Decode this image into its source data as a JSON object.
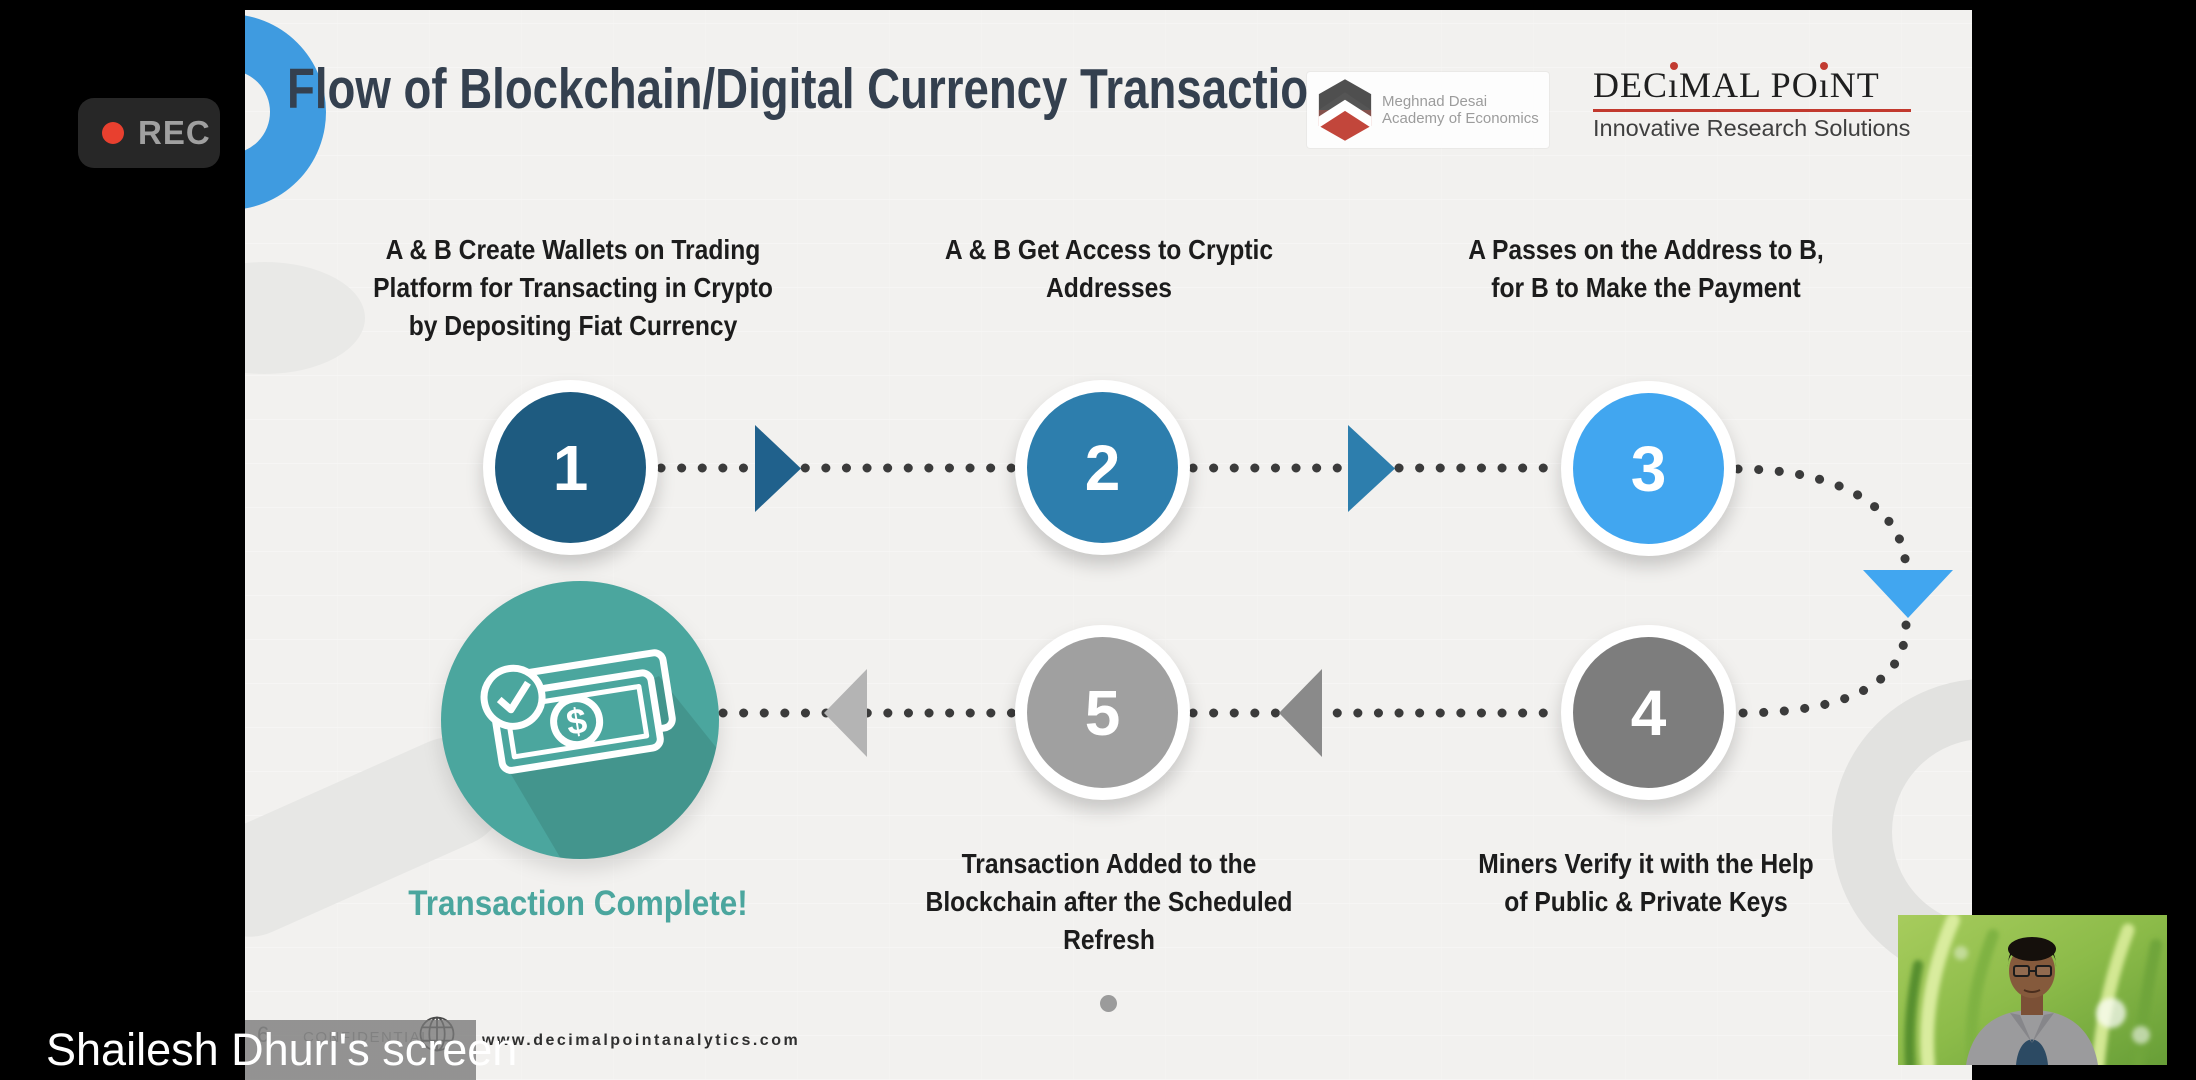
{
  "meeting": {
    "rec_label": "REC",
    "rec_dot_color": "#e8402f",
    "screen_share_label": "Shailesh Dhuri's screen",
    "webcam": {
      "description": "presenter video, man with glasses and gray blazer on green grass background"
    }
  },
  "slide": {
    "title": "Flow of Blockchain/Digital Currency Transaction",
    "page_number": "6",
    "confidential_label": "CONFIDENTIAL",
    "website": "www.decimalpointanalytics.com",
    "logos": {
      "academy": {
        "line1": "Meghnad Desai",
        "line2": "Academy of Economics"
      },
      "decimal_point": {
        "part1": "DEC",
        "i1": "ı",
        "part2": "MAL PO",
        "i2": "ı",
        "part3": "NT",
        "tagline": "Innovative Research Solutions",
        "underline_color": "#c2392e"
      }
    },
    "steps": [
      {
        "number": "1",
        "circle_color": "#1e5b80",
        "lines": [
          "A & B Create Wallets on Trading",
          "Platform for Transacting in Crypto",
          "by Depositing Fiat Currency"
        ]
      },
      {
        "number": "2",
        "circle_color": "#2d7ead",
        "lines": [
          "A & B Get Access to Cryptic",
          "Addresses"
        ]
      },
      {
        "number": "3",
        "circle_color": "#41a6f0",
        "lines": [
          "A Passes on the Address to B,",
          "for B to Make the Payment"
        ]
      },
      {
        "number": "4",
        "circle_color": "#7d7d7d",
        "lines": [
          "Miners Verify it with the Help",
          "of Public & Private Keys"
        ]
      },
      {
        "number": "5",
        "circle_color": "#a0a0a0",
        "lines": [
          "Transaction Added to the",
          "Blockchain after the Scheduled",
          "Refresh"
        ]
      }
    ],
    "completion": {
      "label": "Transaction Complete!",
      "color": "#4ba69e"
    },
    "connector_dot_color": "#3b3b3b",
    "arrow_colors": {
      "step1_2": "#20618c",
      "step2_3": "#2d7ead",
      "step3_4": "#41a6f0",
      "step4_5": "#8a8a8a",
      "step5_done": "#b4b4b4"
    }
  }
}
